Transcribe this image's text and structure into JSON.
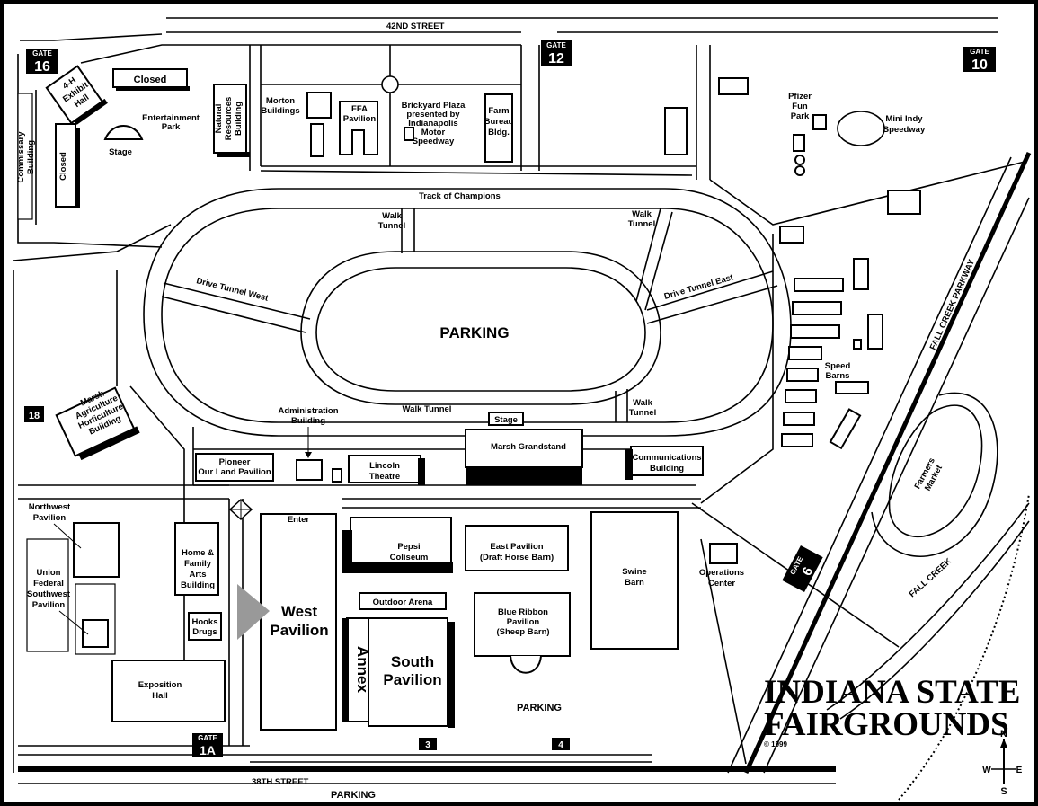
{
  "title": {
    "line1": "INDIANA STATE",
    "line2": "FAIRGROUNDS",
    "copyright": "© 1999"
  },
  "streets": {
    "north": "42ND STREET",
    "south": "38TH STREET",
    "parkway": "FALL CREEK PARKWAY",
    "creek": "FALL CREEK",
    "track": "Track of Champions"
  },
  "gates": [
    {
      "id": "gate-16",
      "word": "GATE",
      "num": "16"
    },
    {
      "id": "gate-12",
      "word": "GATE",
      "num": "12"
    },
    {
      "id": "gate-10",
      "word": "GATE",
      "num": "10"
    },
    {
      "id": "gate-18",
      "word": "",
      "num": "18"
    },
    {
      "id": "gate-6",
      "word": "GATE",
      "num": "6"
    },
    {
      "id": "gate-1a",
      "word": "GATE",
      "num": "1A"
    },
    {
      "id": "gate-3",
      "word": "",
      "num": "3"
    },
    {
      "id": "gate-4",
      "word": "",
      "num": "4"
    }
  ],
  "labels": {
    "closed_top": "Closed",
    "closed_side": "Closed",
    "exhibit_4h": [
      "4-H",
      "Exhibit",
      "Hall"
    ],
    "commissary": [
      "Commissary",
      "Building"
    ],
    "entertainment": [
      "Entertainment",
      "Park"
    ],
    "stage_ent": "Stage",
    "natural_resources": [
      "Natural",
      "Resources",
      "Building"
    ],
    "morton": [
      "Morton",
      "Buildings"
    ],
    "ffa": [
      "FFA",
      "Pavilion"
    ],
    "brickyard": [
      "Brickyard Plaza",
      "presented by",
      "Indianapolis",
      "Motor",
      "Speedway"
    ],
    "farm_bureau": [
      "Farm",
      "Bureau",
      "Bldg."
    ],
    "pfizer": [
      "Pfizer",
      "Fun",
      "Park"
    ],
    "mini_indy": [
      "Mini Indy",
      "Speedway"
    ],
    "walk_tunnel_nw": [
      "Walk",
      "Tunnel"
    ],
    "walk_tunnel_ne": [
      "Walk",
      "Tunnel"
    ],
    "walk_tunnel_s": "Walk Tunnel",
    "walk_tunnel_se": [
      "Walk",
      "Tunnel"
    ],
    "drive_tunnel_west": "Drive Tunnel West",
    "drive_tunnel_east": "Drive Tunnel East",
    "parking_infield": "PARKING",
    "speed_barns": [
      "Speed",
      "Barns"
    ],
    "marsh_agri": [
      "Marsh",
      "Agriculture",
      "Horticulture",
      "Building"
    ],
    "administration": [
      "Administration",
      "Building"
    ],
    "stage_grand": "Stage",
    "marsh_grandstand": "Marsh Grandstand",
    "pioneer": [
      "Pioneer",
      "Our Land Pavilion"
    ],
    "lincoln": [
      "Lincoln",
      "Theatre"
    ],
    "communications": [
      "Communications",
      "Building"
    ],
    "farmers_market": [
      "Farmers",
      "Market"
    ],
    "northwest_pav": [
      "Northwest",
      "Pavilion"
    ],
    "union_federal": [
      "Union",
      "Federal",
      "Southwest",
      "Pavilion"
    ],
    "home_family": [
      "Home &",
      "Family",
      "Arts",
      "Building"
    ],
    "hooks": [
      "Hooks",
      "Drugs"
    ],
    "enter": "Enter",
    "west_pav": [
      "West",
      "Pavilion"
    ],
    "pepsi": [
      "Pepsi",
      "Coliseum"
    ],
    "east_pav": [
      "East Pavilion",
      "(Draft Horse Barn)"
    ],
    "swine": [
      "Swine",
      "Barn"
    ],
    "operations": [
      "Operations",
      "Center"
    ],
    "outdoor_arena": "Outdoor Arena",
    "blue_ribbon": [
      "Blue Ribbon",
      "Pavilion",
      "(Sheep Barn)"
    ],
    "annex": "Annex",
    "south_pav": [
      "South",
      "Pavilion"
    ],
    "parking_south": "PARKING",
    "exposition": [
      "Exposition",
      "Hall"
    ],
    "parking_bottom": "PARKING"
  },
  "compass": {
    "n": "N",
    "s": "S",
    "e": "E",
    "w": "W"
  }
}
